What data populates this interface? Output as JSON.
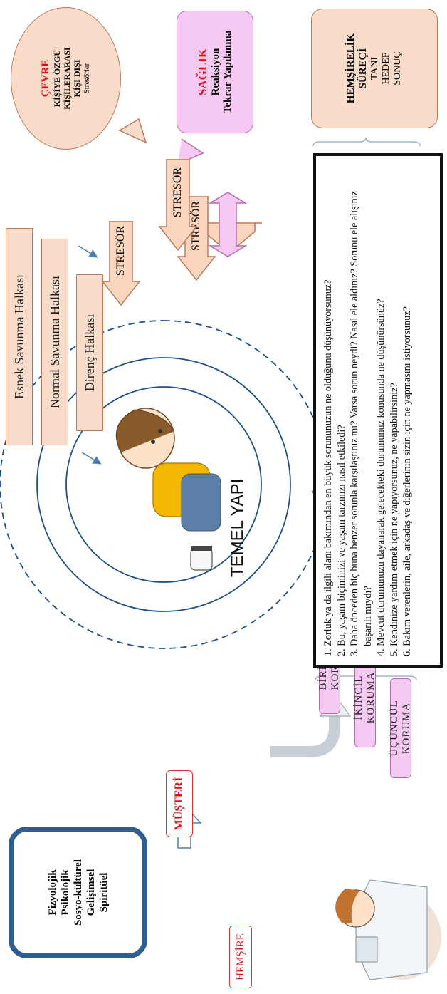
{
  "environment": {
    "title": "ÇEVRE",
    "lines": [
      "KİŞİYE ÖZGÜ",
      "KİŞİLERARASI",
      "KİŞİ DIŞI"
    ],
    "sub": "Stresörler"
  },
  "health": {
    "title": "SAĞLIK",
    "lines": [
      "Reaksiyon",
      "Tekrar Yapılanma"
    ]
  },
  "nursing_process": {
    "title_line1": "HEMŞİRELİK",
    "title_line2": "SÜREÇİ",
    "items": [
      "TANI",
      "HEDEF",
      "SONUÇ"
    ]
  },
  "rings": {
    "flexible": "Esnek Savunma Halkası",
    "normal": "Normal Savunma Halkası",
    "resistance": "Direnç Halkası",
    "core": "TEMEL YAPI"
  },
  "stressor_label": "STRESÖR",
  "client_dimensions": [
    "Fizyolojik",
    "Psikolojik",
    "Sosyo-kültürel",
    "Gelişimsel",
    "Spiritüel"
  ],
  "client_label": "MÜŞTERİ",
  "nurse_label": "HEMŞİRE",
  "protection": [
    "BİRİNCİL KORUMA",
    "İKİNCİL KORUMA",
    "ÜÇÜNCÜL KORUMA"
  ],
  "questions": [
    "1. Zorluk ya da ilgili alanı bakımından en büyük sorununuzun ne olduğunu düşünüyorsunuz?",
    "2. Bu, yaşam biçiminizi ve yaşam tarzınızı nasıl etkiledi?",
    "3. Daha önceden hiç buna benzer sorunla karşılaştınız mı? Varsa sorun neydi? Nasıl ele aldınız? Sorunu ele alışınız başarılı mıydı?",
    "4. Mevcut durumunuzu dayanarak gelecekteki durumunuz konusunda ne düşünürsünüz?",
    "5. Kendinize yardım etmek için ne yapıyorsunuz, ne yapabilirsiniz?",
    "6. Bakım verenlerin, aile, arkadaş ve diğerlerinin sizin için ne yapmasını istiyorsunuz?"
  ],
  "colors": {
    "peach": "#f8dcc9",
    "pink": "#f6c9f3",
    "accent_red": "#e0101a",
    "client_border": "#2f5f8f"
  }
}
